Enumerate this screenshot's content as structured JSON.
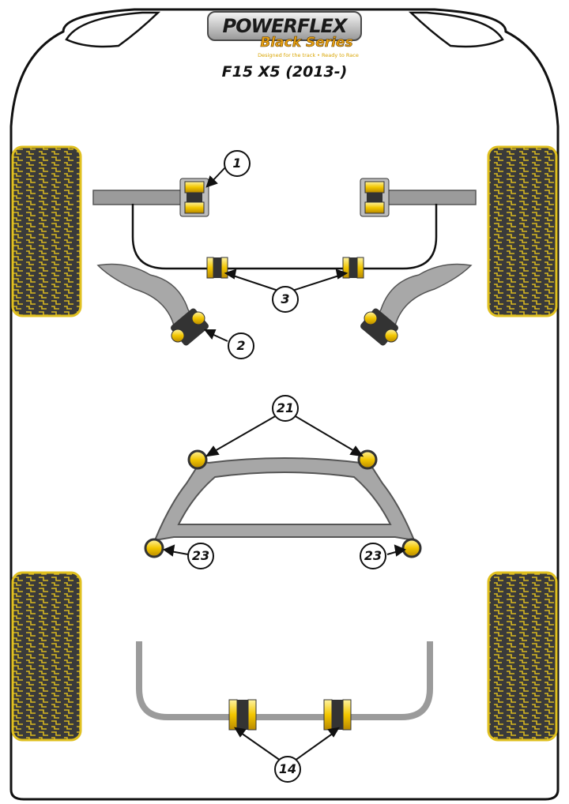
{
  "header": {
    "brand": "POWERFLEX",
    "series": "Black Series",
    "tagline": "Designed for the track • Ready to Race",
    "model": "F15 X5 (2013-)"
  },
  "callouts": {
    "front_anti_roll_bar_outer": "1",
    "front_lower_arm": "2",
    "front_anti_roll_bar_inner": "3",
    "subframe_mount_upper": "21",
    "subframe_mount_left": "23",
    "subframe_mount_right": "23",
    "rear_anti_roll_bar": "14"
  },
  "colors": {
    "outline": "#111111",
    "bar_grey": "#9b9b9b",
    "bush_yellow": "#f2d21a",
    "tyre_dark": "#333333"
  }
}
